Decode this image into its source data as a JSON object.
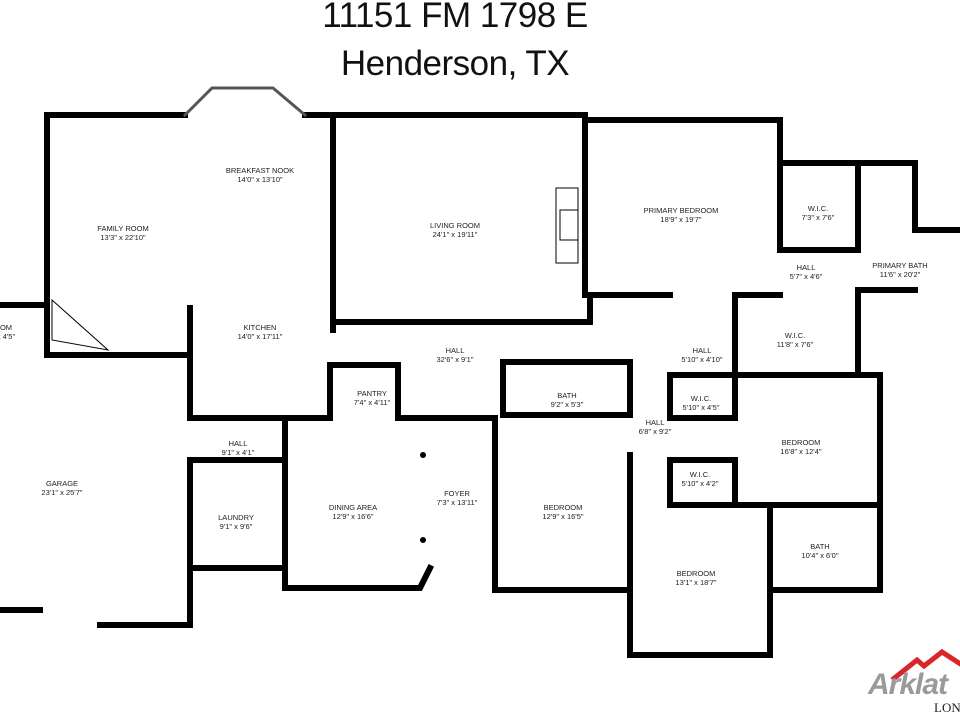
{
  "header": {
    "address_line1": "11151 FM 1798 E",
    "address_line2": "Henderson, TX"
  },
  "rooms": [
    {
      "name": "FAMILY ROOM",
      "size": "13'3\" x 22'10\""
    },
    {
      "name": "BREAKFAST NOOK",
      "size": "14'0\" x 13'10\""
    },
    {
      "name": "LIVING ROOM",
      "size": "24'1\" x 19'11\""
    },
    {
      "name": "PRIMARY BEDROOM",
      "size": "18'9\" x 19'7\""
    },
    {
      "name": "W.I.C.",
      "size": "7'3\" x 7'6\""
    },
    {
      "name": "HALL",
      "size": "5'7\" x 4'6\""
    },
    {
      "name": "PRIMARY BATH",
      "size": "11'6\" x 20'2\""
    },
    {
      "name": "KITCHEN",
      "size": "14'0\" x 17'11\""
    },
    {
      "name": "HALL",
      "size": "32'6\" x 9'1\""
    },
    {
      "name": "W.I.C.",
      "size": "11'8\" x 7'6\""
    },
    {
      "name": "HALL",
      "size": "5'10\" x 4'10\""
    },
    {
      "name": "OM",
      "size": "x 4'5\""
    },
    {
      "name": "PANTRY",
      "size": "7'4\" x 4'11\""
    },
    {
      "name": "BATH",
      "size": "9'2\" x 5'3\""
    },
    {
      "name": "W.I.C.",
      "size": "5'10\" x 4'5\""
    },
    {
      "name": "HALL",
      "size": "6'8\" x 9'2\""
    },
    {
      "name": "HALL",
      "size": "9'1\" x 4'1\""
    },
    {
      "name": "BEDROOM",
      "size": "16'8\" x 12'4\""
    },
    {
      "name": "GARAGE",
      "size": "23'1\" x 25'7\""
    },
    {
      "name": "FOYER",
      "size": "7'3\" x 13'11\""
    },
    {
      "name": "DINING AREA",
      "size": "12'9\" x 16'6\""
    },
    {
      "name": "BEDROOM",
      "size": "12'9\" x 16'5\""
    },
    {
      "name": "LAUNDRY",
      "size": "9'1\" x 9'6\""
    },
    {
      "name": "W.I.C.",
      "size": "5'10\" x 4'2\""
    },
    {
      "name": "BATH",
      "size": "10'4\" x 6'0\""
    },
    {
      "name": "BEDROOM",
      "size": "13'1\" x 18'7\""
    }
  ],
  "logo": {
    "brand": "Arklat",
    "sub": "LON"
  },
  "colors": {
    "wall": "#000000",
    "logo_red": "#d9262b",
    "logo_gray": "#9a9a9a"
  }
}
